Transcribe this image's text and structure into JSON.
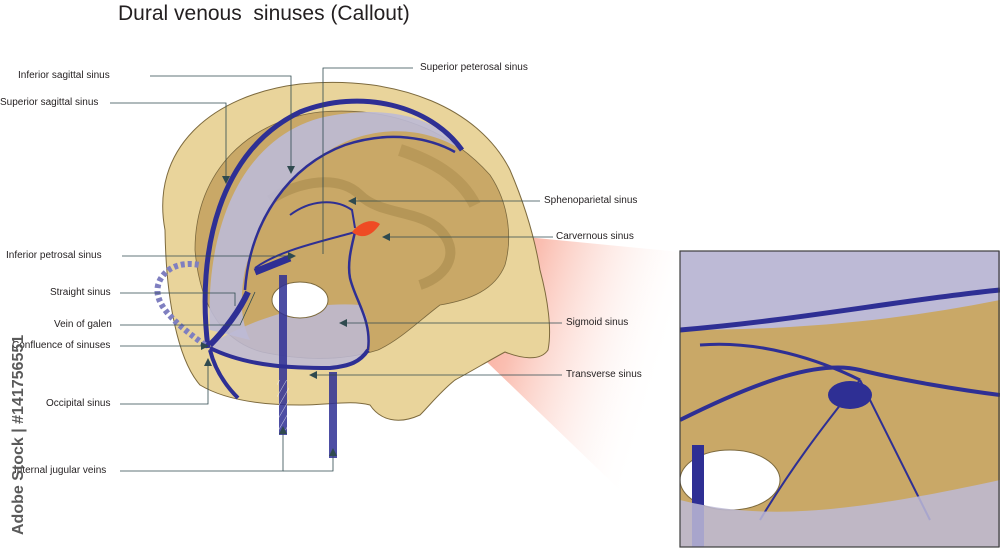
{
  "title": "Dural venous  sinuses (Callout)",
  "labels": {
    "inferior_sagittal": "Inferior sagittal sinus",
    "superior_sagittal": "Superior sagittal sinus",
    "superior_petrosal": "Superior peterosal sinus",
    "sphenoparietal": "Sphenoparietal sinus",
    "cavernous": "Carvernous sinus",
    "inferior_petrosal": "Inferior petrosal sinus",
    "straight": "Straight sinus",
    "vein_of_galen": "Vein of galen",
    "confluence": "Confluence of sinuses",
    "sigmoid": "Sigmoid sinus",
    "transverse": "Transverse sinus",
    "occipital": "Occipital sinus",
    "internal_jugular": "Internal jugular veins"
  },
  "watermark": "Adobe Stock | #141756551",
  "colors": {
    "skull": "#e9d49b",
    "brain": "#c9a867",
    "brain_dark": "#a98a4c",
    "dura": "#bdbad6",
    "sinus": "#2e2f94",
    "cavernous_red": "#ef4b24",
    "line": "#2f4a4f"
  }
}
